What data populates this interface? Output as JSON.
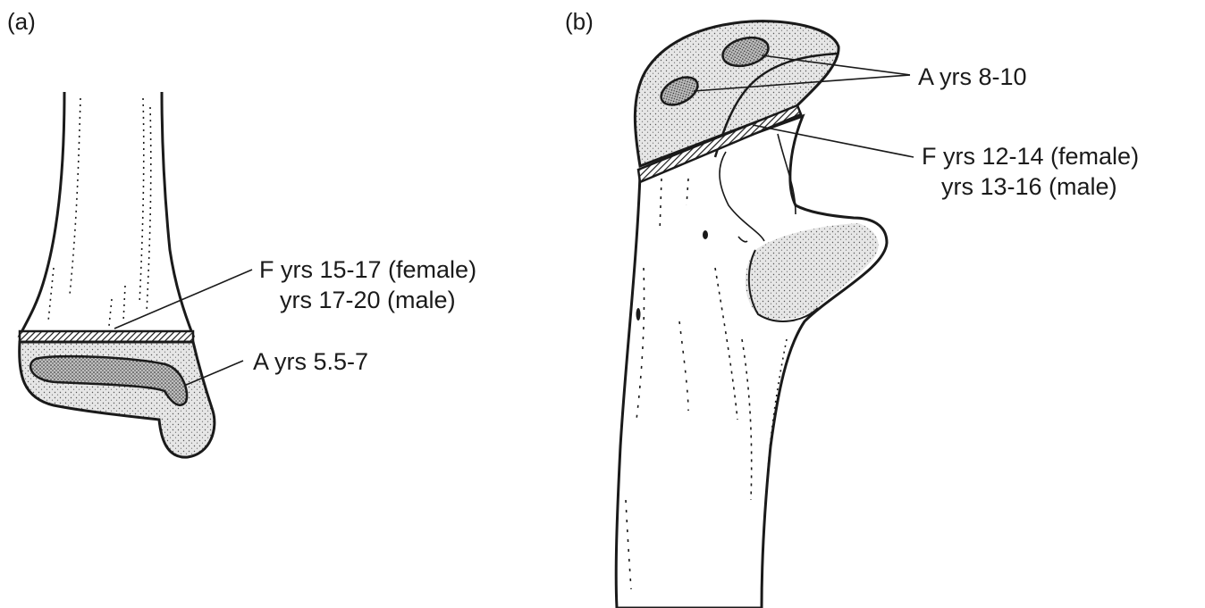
{
  "panels": [
    {
      "id": "a",
      "tag": "(a)",
      "labels": [
        {
          "key": "fusion",
          "lines": [
            "F yrs 15-17 (female)",
            "yrs 17-20 (male)"
          ]
        },
        {
          "key": "appearance",
          "lines": [
            "A yrs 5.5-7"
          ]
        }
      ]
    },
    {
      "id": "b",
      "tag": "(b)",
      "labels": [
        {
          "key": "appearance",
          "lines": [
            "A yrs 8-10"
          ]
        },
        {
          "key": "fusion",
          "lines": [
            "F yrs 12-14 (female)",
            "yrs 13-16 (male)"
          ]
        }
      ]
    }
  ],
  "colors": {
    "ink": "#1a1a1a",
    "stipple": "#d8d8d8",
    "background": "#ffffff"
  }
}
